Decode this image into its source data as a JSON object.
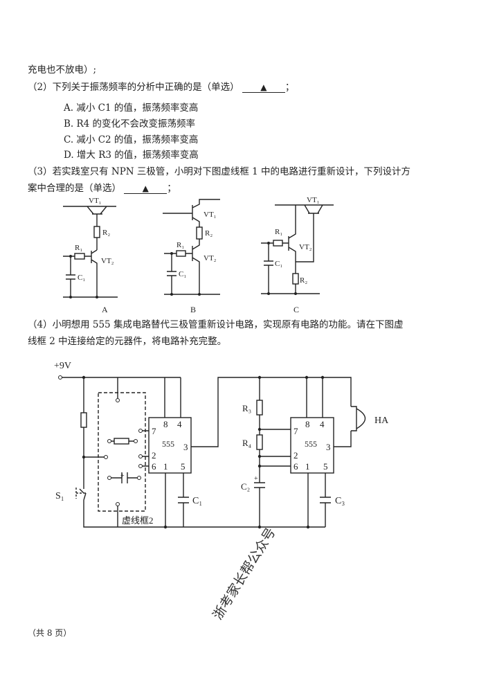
{
  "text": {
    "line0": "充电也不放电）;",
    "q2": "（2）下列关于振荡频率的分析中正确的是（单选）",
    "q2_options": [
      "A. 减小 C1 的值，振荡频率变高",
      "B. R4 的变化不会改变振荡频率",
      "C. 减小 C2 的值，振荡频率变高",
      "D. 增大 R3 的值，振荡频率变高"
    ],
    "q3_line1": "（3）若实践室只有 NPN 三极管，小明对下图虚线框 1 中的电路进行重新设计，下列设计方",
    "q3_line2": "案中合理的是（单选）",
    "answer_mark": "▲",
    "semicolon": "；",
    "q4_line1": "（4）小明想用 555 集成电路替代三极管重新设计电路，实现原有电路的功能。请在下图虚",
    "q4_line2": "线框 2 中连接给定的元器件，将电路补充完整。",
    "footer": "（共 8 页）"
  },
  "diagram_options": {
    "labels": [
      "A",
      "B",
      "C"
    ],
    "vt1": "VT₁",
    "vt2": "VT₂",
    "r1": "R₁",
    "r2": "R₂",
    "c1": "C₁"
  },
  "circuit": {
    "supply": "+9V",
    "s1": "S₁",
    "ic": "555",
    "pins": [
      "8",
      "4",
      "7",
      "2",
      "6",
      "1",
      "5",
      "3"
    ],
    "c1": "C₁",
    "r3": "R₃",
    "r4": "R₄",
    "c2": "C₂",
    "c3": "C₃",
    "ha": "HA",
    "box_label": "虚线框2"
  },
  "watermark": "浙考家长帮公众号"
}
